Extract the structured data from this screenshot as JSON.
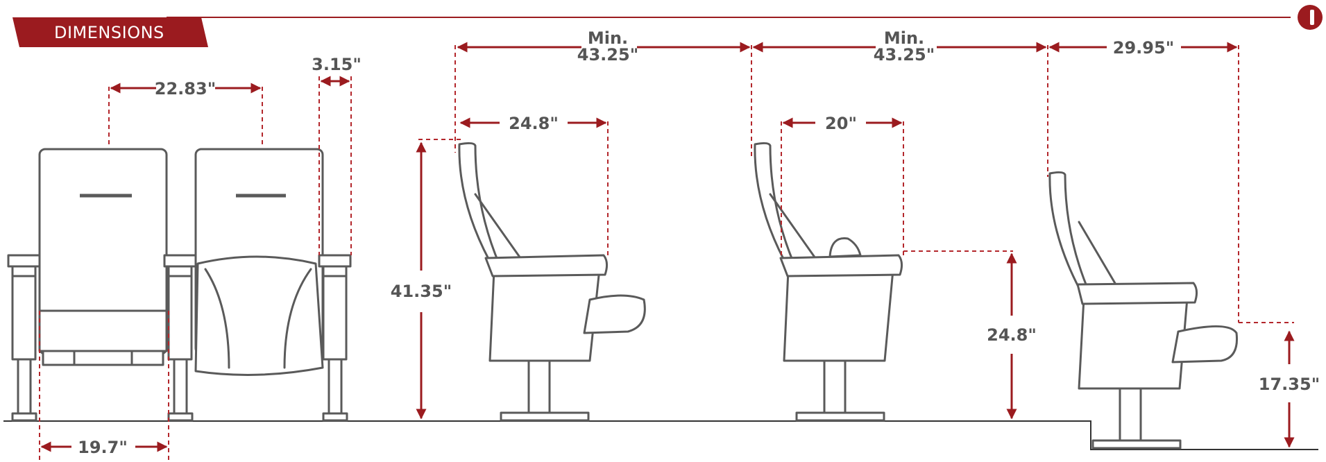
{
  "header": {
    "tab_label": "DIMENSIONS",
    "brand_color": "#9b1b1f",
    "logo_icon": "brand-logo-icon"
  },
  "dimensions": {
    "front_back_width": "22.83\"",
    "armrest_width": "3.15\"",
    "seat_width": "19.7\"",
    "overall_height": "41.35\"",
    "row_spacing_1_label": "Min.",
    "row_spacing_1_value": "43.25\"",
    "row_spacing_2_label": "Min.",
    "row_spacing_2_value": "43.25\"",
    "folded_depth": "29.95\"",
    "open_depth": "24.8\"",
    "tablet_depth": "20\"",
    "tablet_height": "24.8\"",
    "seat_height": "17.35\""
  },
  "colors": {
    "dimension_line": "#9b1b1f",
    "chair_outline": "#5a5a5a",
    "label_text": "#555555"
  }
}
